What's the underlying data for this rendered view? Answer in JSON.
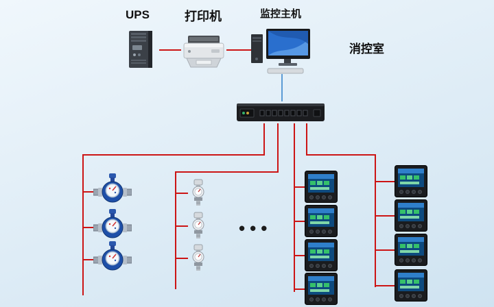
{
  "diagram": {
    "labels": {
      "ups": "UPS",
      "printer": "打印机",
      "host": "监控主机",
      "room": "消控室"
    },
    "ellipsis": "•••"
  },
  "colors": {
    "background_top": "#f0f7fc",
    "background_bottom": "#cfe3f1",
    "connector_red": "#cc1414",
    "connector_blue": "#5b9bd5",
    "label_text": "#111111"
  },
  "devices": {
    "ups": {
      "icon": "ups-tower-icon",
      "count": 1
    },
    "printer": {
      "icon": "laser-printer-icon",
      "count": 1
    },
    "host": {
      "icon": "monitoring-host-pc-icon",
      "count": 1
    },
    "gateway": {
      "icon": "rack-data-collector-icon",
      "count": 1
    },
    "water_meter_column": {
      "icon": "water-meter-icon",
      "count": 3
    },
    "sensor_column": {
      "icon": "pressure-sensor-icon",
      "count": 3
    },
    "meter_column_inner": {
      "icon": "digital-power-meter-icon",
      "count": 4
    },
    "meter_column_outer": {
      "icon": "digital-power-meter-icon",
      "count": 4
    }
  }
}
